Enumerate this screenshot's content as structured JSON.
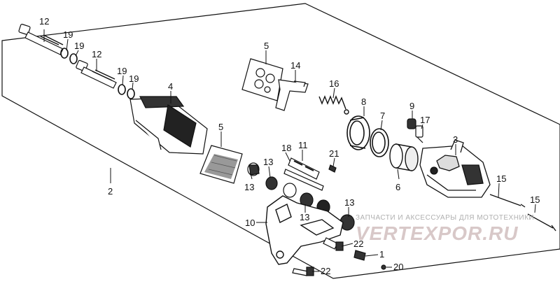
{
  "callouts": {
    "c12a": "12",
    "c19a": "19",
    "c19b": "19",
    "c12b": "12",
    "c19c": "19",
    "c19d": "19",
    "c4": "4",
    "c5a": "5",
    "c14": "14",
    "c16": "16",
    "c8": "8",
    "c9": "9",
    "c17": "17",
    "c7": "7",
    "c3": "3",
    "c5b": "5",
    "c18": "18",
    "c11": "11",
    "c21": "21",
    "c13a": "13",
    "c13b": "13",
    "c6": "6",
    "c2": "2",
    "c15a": "15",
    "c15b": "15",
    "c13c": "13",
    "c10": "10",
    "c13d": "13",
    "c22a": "22",
    "c1": "1",
    "c20": "20",
    "c22b": "22"
  },
  "watermark": {
    "text": "ЗАПЧАСТИ И АКСЕССУАРЫ ДЛЯ МОТОТЕХНИКИ",
    "logo": "VERTEXPOR.RU"
  }
}
